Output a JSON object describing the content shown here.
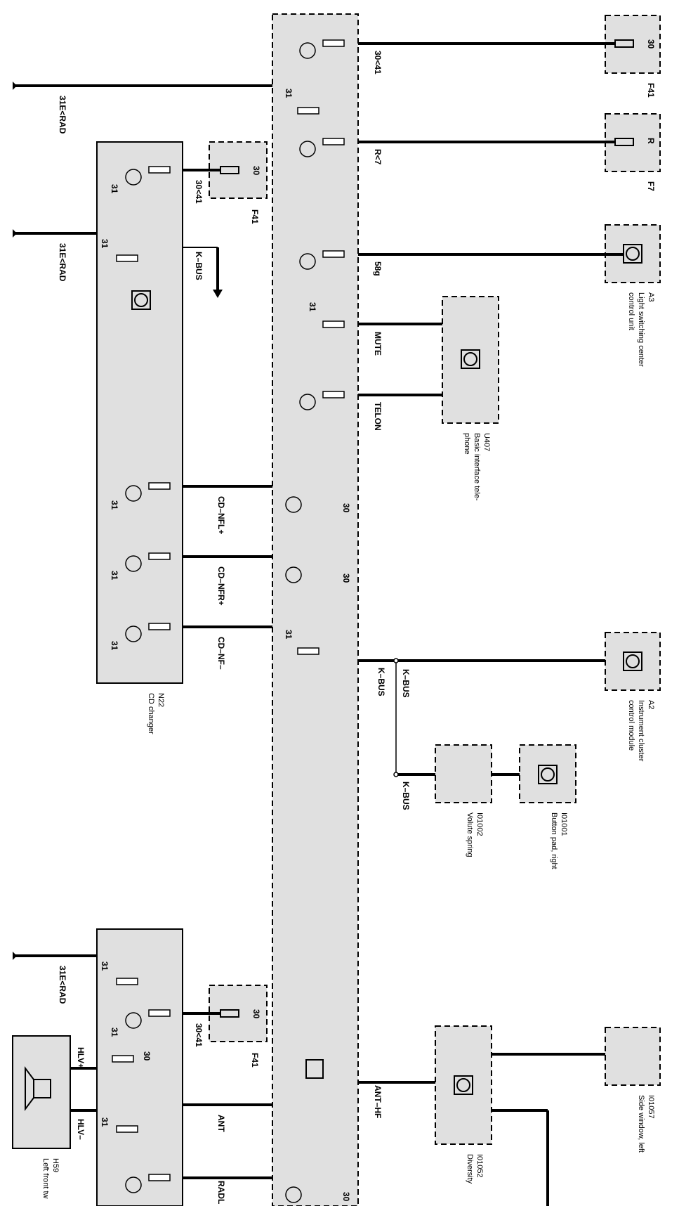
{
  "colors": {
    "module_fill": "#e0e0e0",
    "wire": "#000000",
    "background": "#ffffff"
  },
  "signals": {
    "s30_41_top": "30<41",
    "s31_top": "31",
    "r7": "R<7",
    "s58g": "58g",
    "mute": "MUTE",
    "telon": "TELON",
    "s30_a": "30",
    "s30_b": "30",
    "s31_mid": "31",
    "kbus_a": "K–BUS",
    "kbus_b": "K–BUS",
    "kbus_c": "K–BUS",
    "ant_hf": "ANT–HF",
    "s30_c": "30"
  },
  "ground_refs": {
    "g1": "31E<RAD",
    "g2": "31E<RAD",
    "g3": "31E<RAD"
  },
  "fuses": {
    "f41_top": {
      "pin": "30",
      "name": "F41"
    },
    "f7": {
      "pin": "R",
      "name": "F7"
    },
    "f41_mid": {
      "pin": "30",
      "name": "F41"
    },
    "f41_bot": {
      "pin": "30",
      "name": "F41"
    }
  },
  "components": {
    "a3": {
      "id": "A3",
      "desc": "Light switching center\ncontrol unit"
    },
    "u407": {
      "id": "U407",
      "desc": "Basic interface tele-\nphone"
    },
    "a2": {
      "id": "A2",
      "desc": "Instrument cluster\ncontrol module"
    },
    "i01001": {
      "id": "I01001",
      "desc": "Button pad, right"
    },
    "i01002": {
      "id": "I01002",
      "desc": "Volute spring"
    },
    "i01057": {
      "id": "I01057",
      "desc": "Side window, left"
    },
    "i01052": {
      "id": "I01052",
      "desc": "Diversity"
    },
    "n22": {
      "id": "N22",
      "desc": "CD changer"
    },
    "h59": {
      "id": "H59",
      "desc": "Left front tw"
    }
  },
  "cd_changer": {
    "s30_41": "30<41",
    "kbus": "K–BUS",
    "cd_nfl": "CD–NFL+",
    "cd_nfr": "CD–NFR+",
    "cd_nf": "CD–NF–",
    "pin31_a": "31",
    "pin31_b": "31",
    "pin31_c": "31",
    "pin31_d": "31",
    "pin31_e": "31"
  },
  "lower_module": {
    "s30_41": "30<41",
    "ant": "ANT",
    "radl": "RADL",
    "hlv_plus": "HLV+",
    "hlv_minus": "HLV–",
    "pin30": "30",
    "pin31_a": "31",
    "pin31_b": "31",
    "pin31_c": "31"
  }
}
